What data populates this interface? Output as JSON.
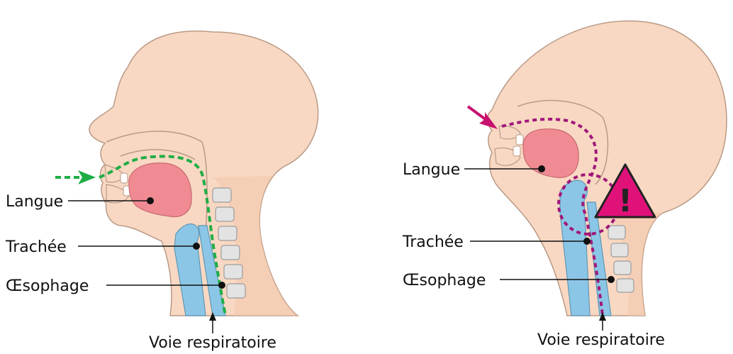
{
  "left_panel": {
    "labels": {
      "tongue": "Langue",
      "trachea": "Trachée",
      "esophagus": "Œsophage",
      "airway": "Voie respiratoire"
    },
    "arrow_color": "#1fae46",
    "path_color": "#1fae46"
  },
  "right_panel": {
    "labels": {
      "tongue": "Langue",
      "trachea": "Trachée",
      "esophagus": "Œsophage",
      "airway": "Voie respiratoire"
    },
    "arrow_color": "#c8126f",
    "path_color": "#a0177a",
    "warning_symbol": "!",
    "warning_icon": "warning-triangle-icon"
  },
  "colors": {
    "skin": "#f8d8c2",
    "skin_outline": "#b99a86",
    "tongue": "#f08a93",
    "trachea": "#8cc6e6",
    "vertebra": "#e3e3e3",
    "warning_fill": "#e0127a"
  }
}
